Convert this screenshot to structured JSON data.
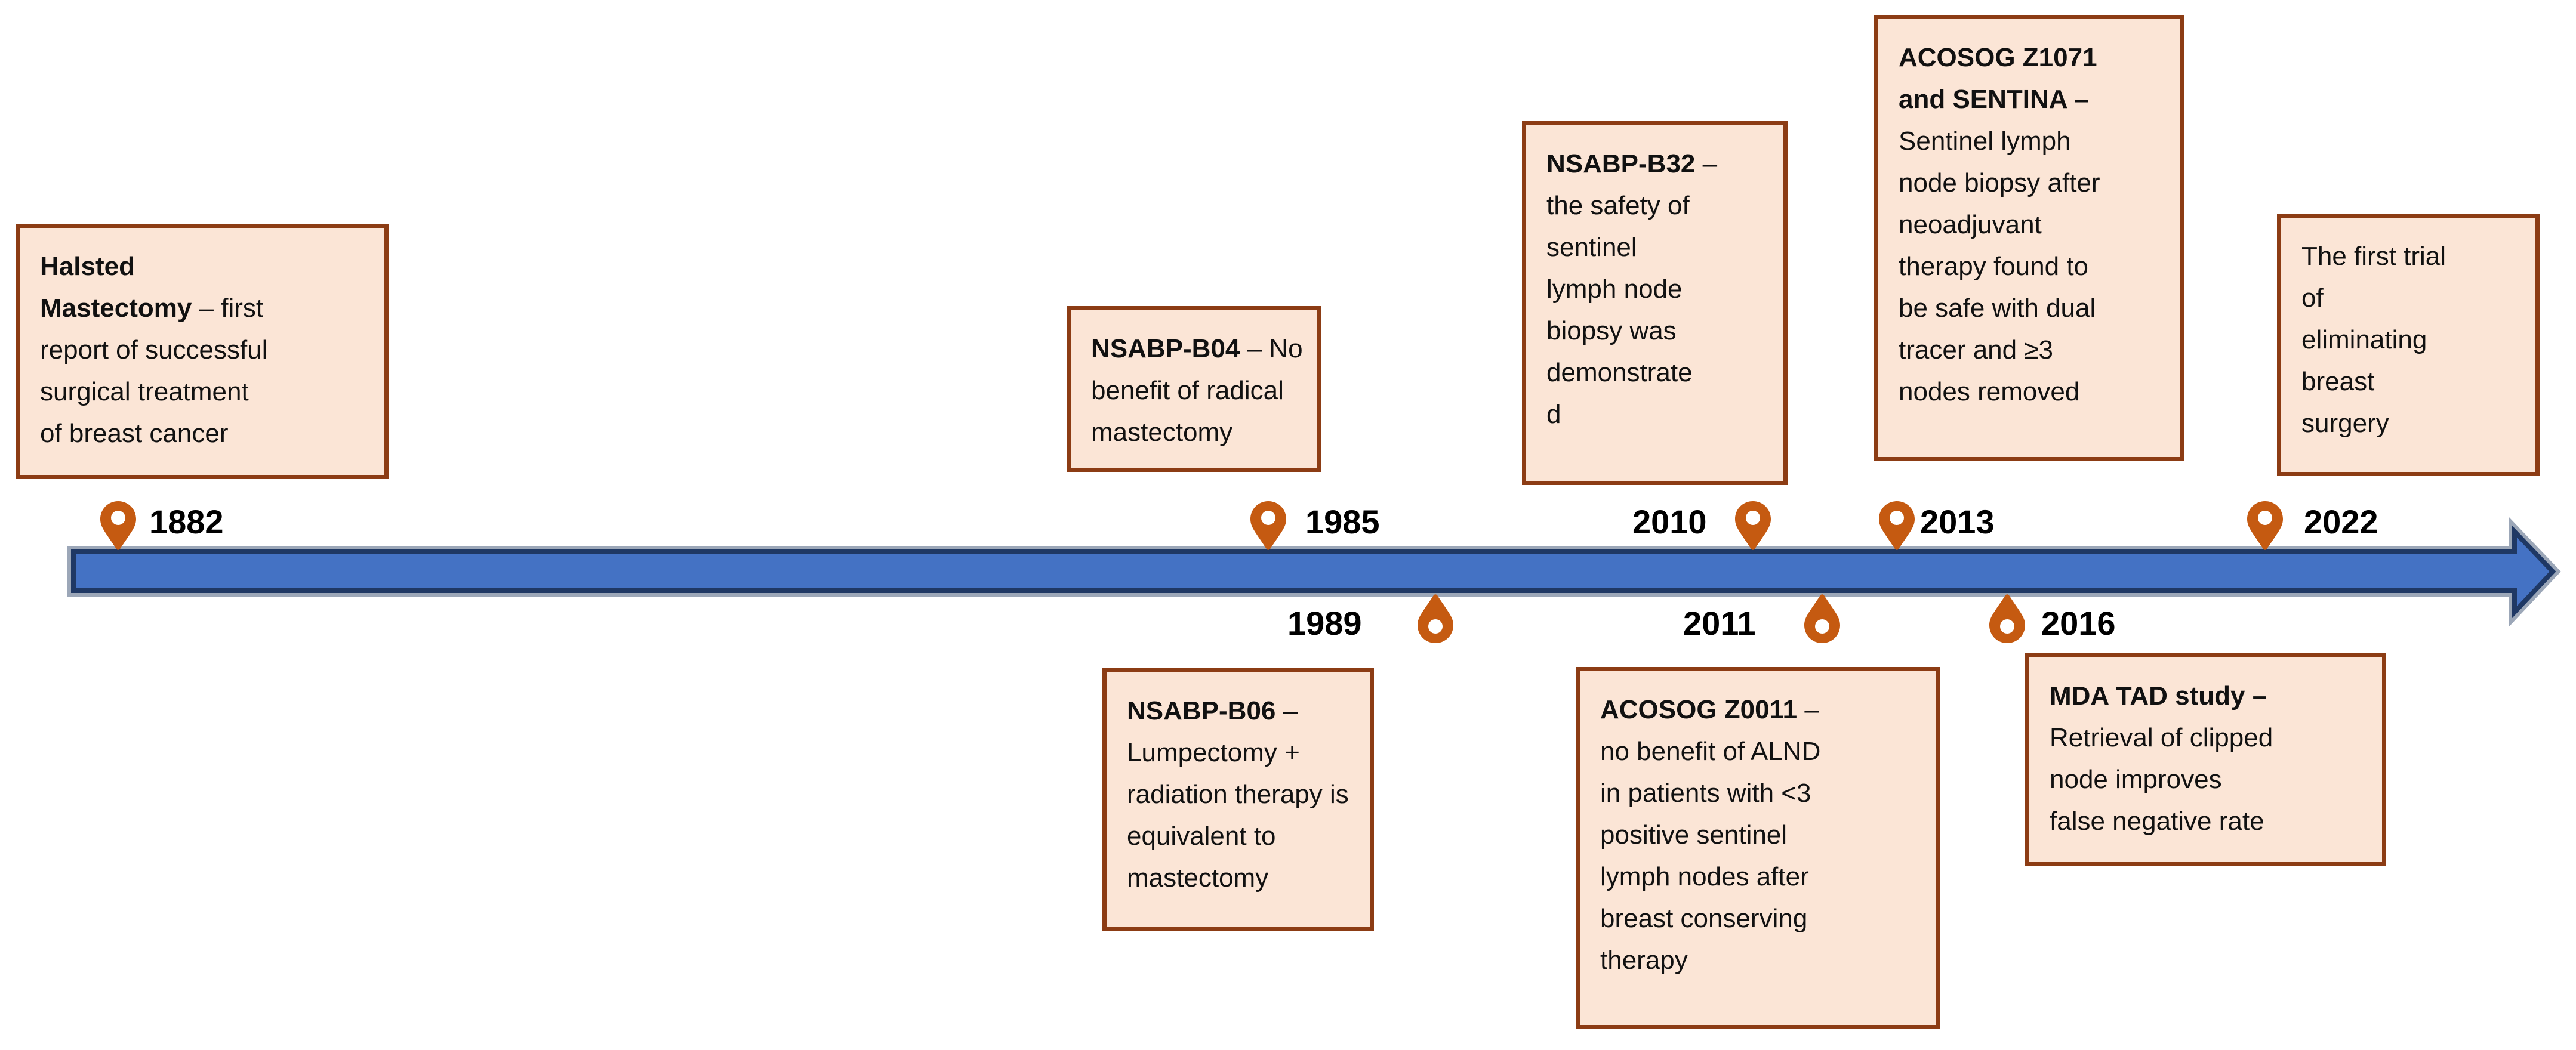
{
  "diagram": {
    "kind": "timeline",
    "subject": "Milestones of breast cancer surgical trials",
    "arrow_fill": "#4472C4",
    "arrow_border": "#1F3864",
    "arrow_halo": "#9CA7B8",
    "box_fill": "#FBE5D6",
    "box_border": "#8C3C14",
    "pin_color": "#C55A11",
    "text_color": "#111111"
  },
  "events": [
    {
      "year": "1882",
      "side": "above",
      "title": "Halsted\nMastectomy",
      "body": " – first\nreport of successful\nsurgical treatment\nof breast cancer"
    },
    {
      "year": "1985",
      "side": "above",
      "title": "NSABP-B04",
      "body": " – No\nbenefit of radical\nmastectomy"
    },
    {
      "year": "1989",
      "side": "below",
      "title": "NSABP-B06",
      "body": " –\nLumpectomy +\nradiation therapy is\nequivalent to\nmastectomy"
    },
    {
      "year": "2010",
      "side": "above",
      "title": "NSABP-B32",
      "body": " –\nthe safety of\nsentinel\nlymph node\nbiopsy was\ndemonstrate\nd"
    },
    {
      "year": "2011",
      "side": "below",
      "title": "ACOSOG Z0011",
      "body": " –\nno benefit of ALND\nin patients with <3\npositive sentinel\nlymph nodes after\nbreast conserving\ntherapy"
    },
    {
      "year": "2013",
      "side": "above",
      "title": "ACOSOG Z1071\nand SENTINA –",
      "body": "\nSentinel lymph\nnode biopsy after\nneoadjuvant\ntherapy found to\nbe safe with dual\ntracer and ≥3\nnodes removed"
    },
    {
      "year": "2016",
      "side": "below",
      "title": "MDA TAD study –",
      "body": "\nRetrieval of clipped\nnode improves\nfalse negative rate"
    },
    {
      "year": "2022",
      "side": "above",
      "title": "",
      "body": "The first trial\nof\neliminating\nbreast\nsurgery"
    }
  ]
}
